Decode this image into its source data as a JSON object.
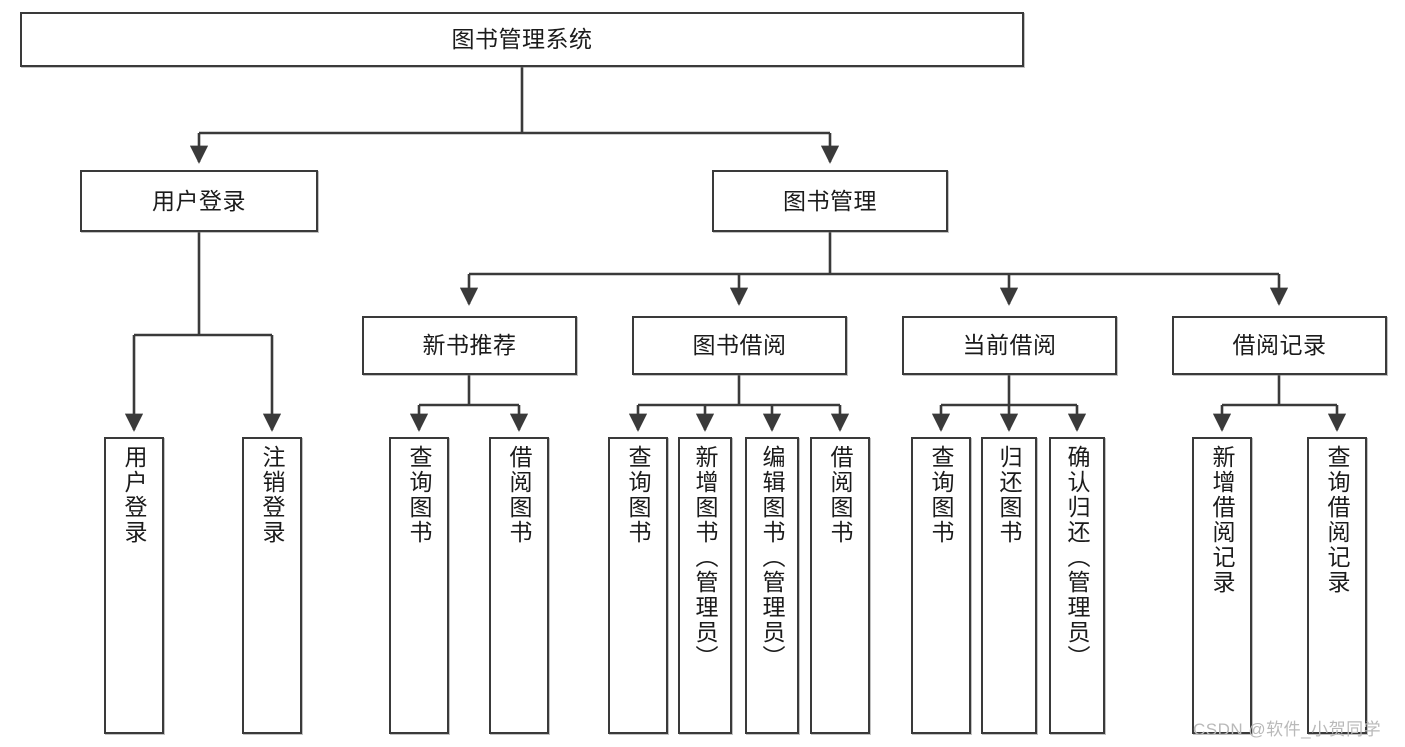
{
  "diagram": {
    "title": "图书管理系统",
    "type": "tree-hierarchy-diagram",
    "orientation": "top-down",
    "colors": {
      "box_border": "#3a3a3a",
      "box_fill": "#ffffff",
      "connector": "#3a3a3a",
      "text": "#1b1b1b",
      "watermark": "#b9b9b9"
    }
  },
  "root": {
    "label": "图书管理系统"
  },
  "level2": [
    {
      "label": "用户登录"
    },
    {
      "label": "图书管理"
    }
  ],
  "level3": [
    {
      "label": "新书推荐"
    },
    {
      "label": "图书借阅"
    },
    {
      "label": "当前借阅"
    },
    {
      "label": "借阅记录"
    }
  ],
  "leaves": {
    "user_login": [
      {
        "label": "用户登录"
      },
      {
        "label": "注销登录"
      }
    ],
    "new_book_recommend": [
      {
        "label": "查询图书"
      },
      {
        "label": "借阅图书"
      }
    ],
    "book_borrow": [
      {
        "label": "查询图书"
      },
      {
        "label": "新增图书（管理员）"
      },
      {
        "label": "编辑图书（管理员）"
      },
      {
        "label": "借阅图书"
      }
    ],
    "current_borrow": [
      {
        "label": "查询图书"
      },
      {
        "label": "归还图书"
      },
      {
        "label": "确认归还（管理员）"
      }
    ],
    "borrow_record": [
      {
        "label": "新增借阅记录"
      },
      {
        "label": "查询借阅记录"
      }
    ]
  },
  "watermark": {
    "text": "CSDN @软件_小贺同学"
  }
}
